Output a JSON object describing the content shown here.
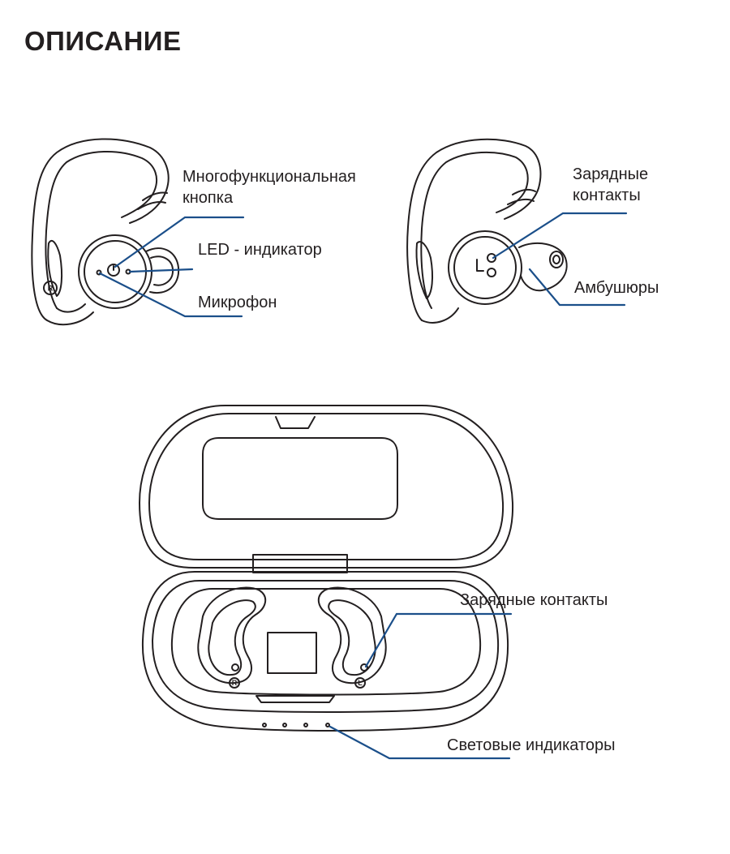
{
  "page": {
    "title": "ОПИСАНИЕ"
  },
  "earbud_right": {
    "side_marker": "R",
    "labels": {
      "multifunction_button_line1": "Многофункциональная",
      "multifunction_button_line2": "кнопка",
      "led_indicator": "LED - индикатор",
      "microphone": "Микрофон"
    }
  },
  "earbud_left": {
    "side_marker": "L",
    "labels": {
      "charging_contacts_line1": "Зарядные",
      "charging_contacts_line2": "контакты",
      "ear_tips": "Амбушюры"
    }
  },
  "charging_case": {
    "slot_markers": [
      "R",
      "L"
    ],
    "labels": {
      "charging_contacts": "Зарядные контакты",
      "light_indicators": "Световые индикаторы"
    }
  },
  "colors": {
    "callout_line": "#1b4f8a",
    "drawing_stroke": "#231f20",
    "text": "#231f20"
  }
}
